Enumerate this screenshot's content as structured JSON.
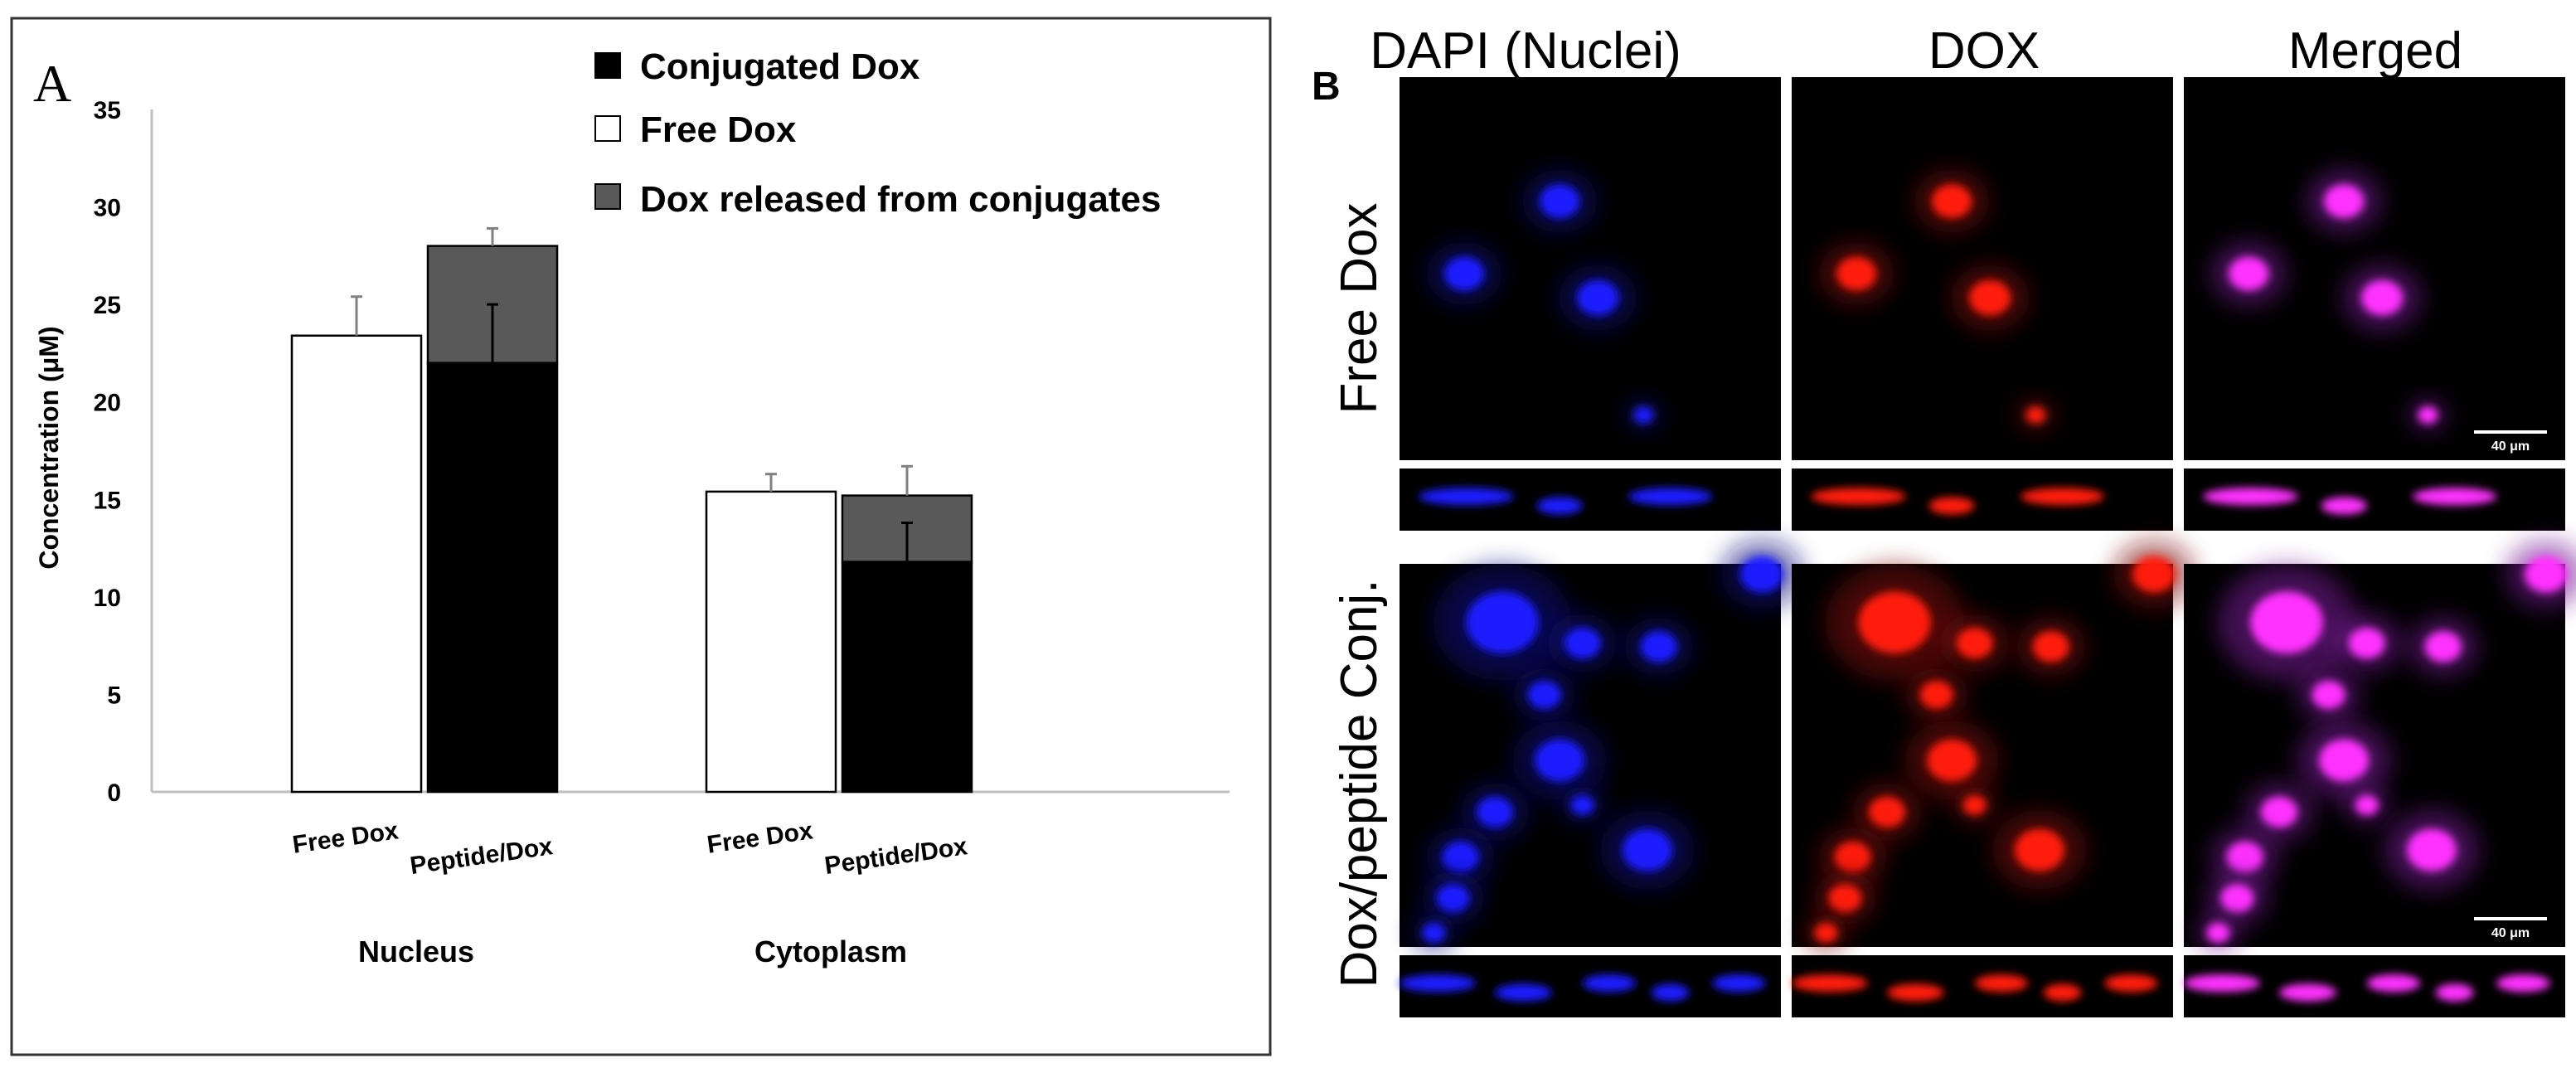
{
  "panel_a": {
    "label": "A",
    "legend": [
      {
        "label": "Conjugated Dox",
        "color": "#000000"
      },
      {
        "label": "Free Dox",
        "color": "#ffffff"
      },
      {
        "label": "Dox released from conjugates",
        "color": "#595959"
      }
    ]
  },
  "panel_b": {
    "label": "B",
    "columns": [
      "DAPI (Nuclei)",
      "DOX",
      "Merged"
    ],
    "rows": [
      "Free Dox",
      "Dox/peptide Conj."
    ],
    "scale_bar": "40 μm"
  },
  "chart_data": {
    "type": "bar",
    "title": "",
    "xlabel": "",
    "ylabel": "Concentration (μM)",
    "ylim": [
      0,
      35
    ],
    "yticks": [
      0,
      5,
      10,
      15,
      20,
      25,
      30,
      35
    ],
    "grid": false,
    "groups": [
      {
        "name": "Nucleus",
        "bars": [
          {
            "label": "Free Dox",
            "stack": [
              {
                "series": "Free Dox",
                "value": 23.4
              }
            ],
            "error": 2.0
          },
          {
            "label": "Peptide/Dox",
            "stack": [
              {
                "series": "Conjugated Dox",
                "value": 22.0,
                "error": 3.0
              },
              {
                "series": "Dox released from conjugates",
                "value": 6.0
              }
            ],
            "error": 0.9
          }
        ]
      },
      {
        "name": "Cytoplasm",
        "bars": [
          {
            "label": "Free Dox",
            "stack": [
              {
                "series": "Free Dox",
                "value": 15.4
              }
            ],
            "error": 0.9
          },
          {
            "label": "Peptide/Dox",
            "stack": [
              {
                "series": "Conjugated Dox",
                "value": 11.8,
                "error": 2.0
              },
              {
                "series": "Dox released from conjugates",
                "value": 3.4
              }
            ],
            "error": 1.5
          }
        ]
      }
    ]
  }
}
